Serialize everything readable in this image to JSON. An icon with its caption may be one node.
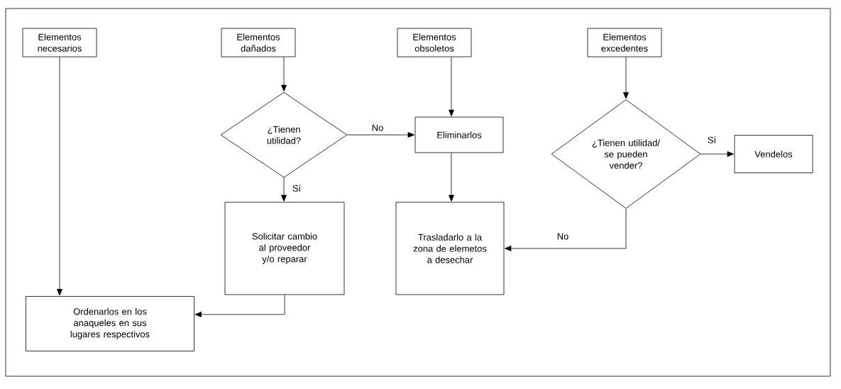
{
  "diagram": {
    "nodes": [
      {
        "text": [
          "Elementos necesarios"
        ]
      },
      {
        "text": [
          "Elementos dañados"
        ]
      },
      {
        "text": [
          "Elementos obsoletos"
        ]
      },
      {
        "text": [
          "Elementos excedentes"
        ]
      },
      {
        "text": [
          "¿Tienen utilidad?"
        ]
      },
      {
        "text": [
          "Eliminarlos"
        ]
      },
      {
        "text": [
          "¿Tienen utilidad/ se pueden vender?"
        ]
      },
      {
        "text": [
          "Vendelos"
        ]
      },
      {
        "text": [
          "Solicitar cambio al proveedor y/o reparar"
        ]
      },
      {
        "text": [
          "Trasladarlo a la zona de elemetos a desechar"
        ]
      },
      {
        "text": [
          "Ordenarlos en los anaqueles en sus lugares respectivos"
        ]
      }
    ],
    "edges": [
      {
        "from": 0,
        "to": 10,
        "arrow": "to"
      },
      {
        "from": 1,
        "to": 4,
        "arrow": "to"
      },
      {
        "from": 2,
        "to": 5,
        "arrow": "to"
      },
      {
        "from": 3,
        "to": 6,
        "arrow": "to"
      },
      {
        "from": 4,
        "to": 5,
        "arrow": "to",
        "label": "No"
      },
      {
        "from": 4,
        "to": 8,
        "arrow": "to",
        "label": "Sí"
      },
      {
        "from": 6,
        "to": 7,
        "arrow": "to",
        "label": "Sí"
      },
      {
        "from": 6,
        "to": 9,
        "arrow": "to",
        "label": "No"
      },
      {
        "from": 5,
        "to": 9,
        "arrow": "to"
      },
      {
        "from": 8,
        "to": 10,
        "arrow": "to"
      }
    ]
  }
}
